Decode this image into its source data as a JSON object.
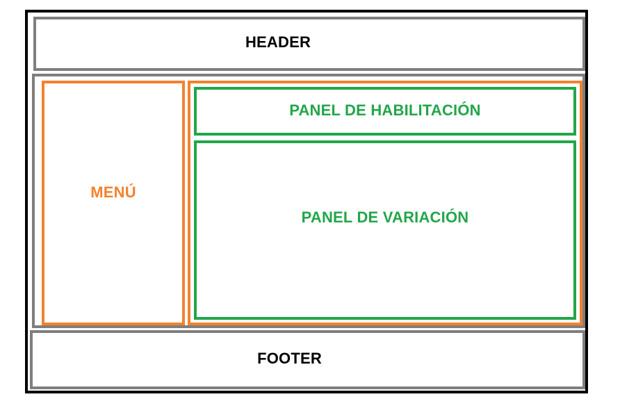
{
  "header": {
    "label": "HEADER"
  },
  "menu": {
    "label": "MENÚ"
  },
  "enable_panel": {
    "label": "PANEL DE HABILITACIÓN"
  },
  "variation_panel": {
    "label": "PANEL DE VARIACIÓN"
  },
  "footer": {
    "label": "FOOTER"
  },
  "colors": {
    "frame": "#000000",
    "gray_border": "#7f7f7f",
    "menu_accent": "#f2822e",
    "panel_accent": "#22a64a"
  }
}
